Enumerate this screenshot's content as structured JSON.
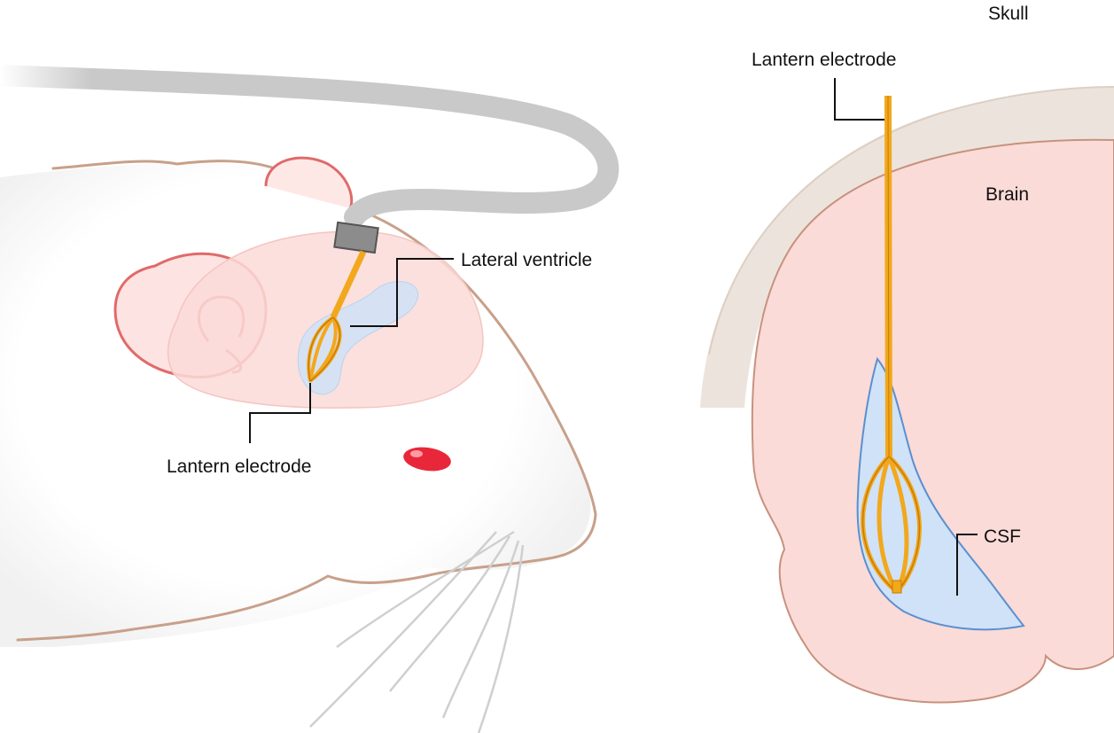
{
  "left_panel": {
    "labels": {
      "lateral_ventricle": "Lateral ventricle",
      "lantern_electrode": "Lantern electrode"
    }
  },
  "right_panel": {
    "labels": {
      "lantern_electrode": "Lantern electrode",
      "skull": "Skull",
      "brain": "Brain",
      "csf": "CSF"
    }
  },
  "colors": {
    "electrode": "#f2a81d",
    "brain": "#fadbd8",
    "csf": "#cfe2f7",
    "csf_outline": "#5b8fd0",
    "skull": "#ece4dc",
    "cable": "#c9c9c9",
    "fur_outline": "#c8a08a",
    "ear_outline": "#e06a6a",
    "eye": "#e8283a"
  }
}
